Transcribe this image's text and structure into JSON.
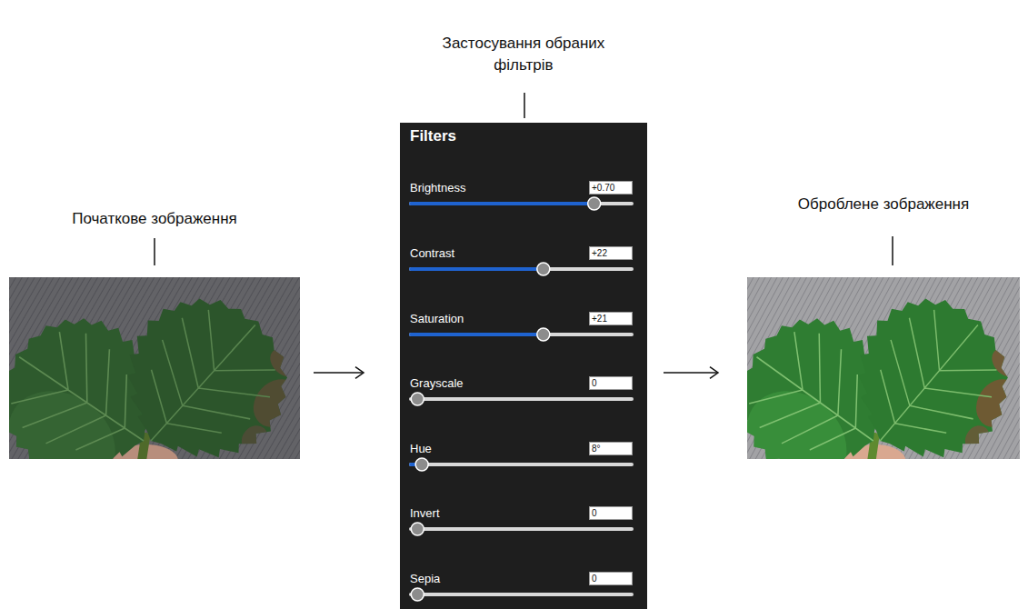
{
  "diagram": {
    "nodes": [
      {
        "text": [
          "Початкове зображення"
        ]
      },
      {
        "text": [
          "Застосування обраних фільтрів",
          "Filters"
        ]
      },
      {
        "text": [
          "Brightness",
          "+0.70"
        ],
        "in": 1
      },
      {
        "text": [
          "Contrast",
          "+22"
        ],
        "in": 1
      },
      {
        "text": [
          "Saturation",
          "+21"
        ],
        "in": 1
      },
      {
        "text": [
          "Grayscale",
          "0"
        ],
        "in": 1
      },
      {
        "text": [
          "Hue",
          "8°"
        ],
        "in": 1
      },
      {
        "text": [
          "Invert",
          "0"
        ],
        "in": 1
      },
      {
        "text": [
          "Sepia",
          "0"
        ],
        "in": 1
      },
      {
        "text": [
          "Оброблене зображення"
        ]
      }
    ],
    "edges": [
      {
        "from": 0,
        "to": 1,
        "arrow": "to"
      },
      {
        "from": 1,
        "to": 9,
        "arrow": "to"
      }
    ]
  }
}
